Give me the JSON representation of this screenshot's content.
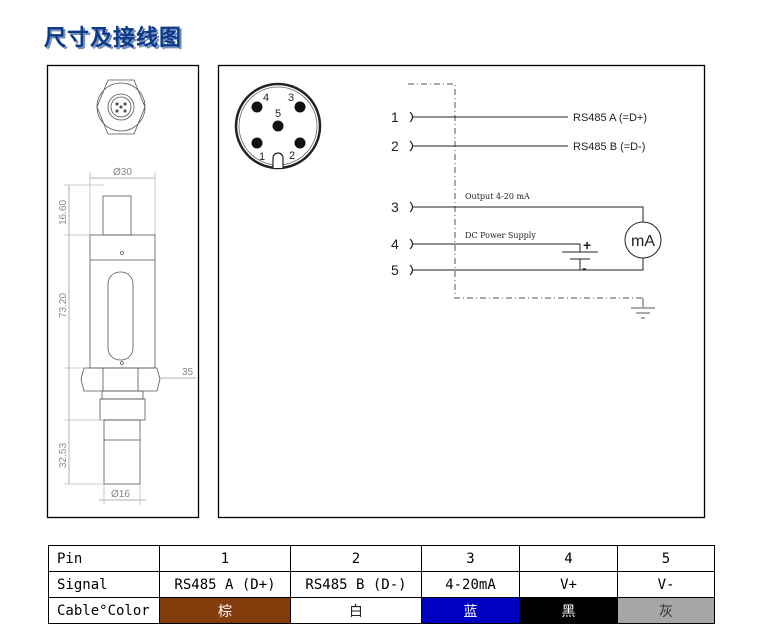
{
  "title": "尺寸及接线图",
  "dimensions": {
    "top_diameter": "Ø30",
    "connector_height": "16.60",
    "body_height": "73.20",
    "hex_size": "35",
    "probe_height": "32.53",
    "probe_diameter": "Ø16"
  },
  "connector_pins": [
    "1",
    "2",
    "3",
    "4",
    "5"
  ],
  "wiring": {
    "pins": [
      "1",
      "2",
      "3",
      "4",
      "5"
    ],
    "pin1_label": "RS485 A (=D+)",
    "pin2_label": "RS485 B (=D-)",
    "output_label": "Output 4-20 mA",
    "power_label": "DC Power Supply",
    "meter_label": "mA",
    "plus": "+",
    "minus": "-"
  },
  "table": {
    "headers": [
      "Pin",
      "Signal",
      "Cable°Color"
    ],
    "pins": [
      "1",
      "2",
      "3",
      "4",
      "5"
    ],
    "signals": [
      "RS485 A (D+)",
      "RS485 B (D-)",
      "4-20mA",
      "V+",
      "V-"
    ],
    "colors": [
      "棕",
      "白",
      "蓝",
      "黑",
      "灰"
    ],
    "color_hex": [
      "#843c0c",
      "#ffffff",
      "#0000c0",
      "#000000",
      "#a6a6a6"
    ]
  }
}
